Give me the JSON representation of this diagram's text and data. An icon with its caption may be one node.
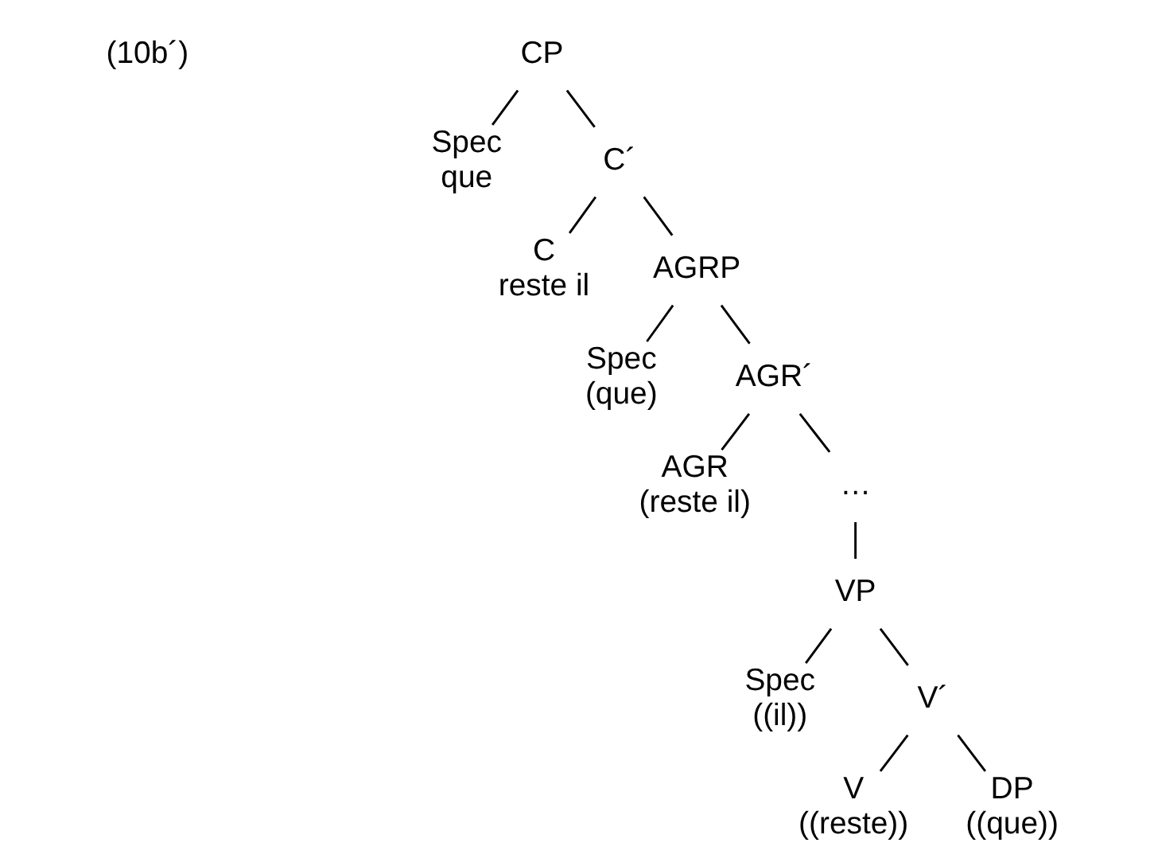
{
  "diagram": {
    "nodes": [
      {
        "text": [
          "CP"
        ]
      },
      {
        "text": [
          "Spec",
          "que"
        ]
      },
      {
        "text": [
          "C´"
        ]
      },
      {
        "text": [
          "C",
          "reste il"
        ]
      },
      {
        "text": [
          "AGRP"
        ]
      },
      {
        "text": [
          "Spec",
          "(que)"
        ]
      },
      {
        "text": [
          "AGR´"
        ]
      },
      {
        "text": [
          "AGR",
          "(reste il)"
        ]
      },
      {
        "text": [
          "…"
        ]
      },
      {
        "text": [
          "VP"
        ]
      },
      {
        "text": [
          "Spec",
          "((il))"
        ]
      },
      {
        "text": [
          "V´"
        ]
      },
      {
        "text": [
          "V",
          "((reste))"
        ]
      },
      {
        "text": [
          "DP",
          "((que))"
        ]
      }
    ],
    "edges": [
      {
        "from": 0,
        "to": 1,
        "arrow": "none"
      },
      {
        "from": 0,
        "to": 2,
        "arrow": "none"
      },
      {
        "from": 2,
        "to": 3,
        "arrow": "none"
      },
      {
        "from": 2,
        "to": 4,
        "arrow": "none"
      },
      {
        "from": 4,
        "to": 5,
        "arrow": "none"
      },
      {
        "from": 4,
        "to": 6,
        "arrow": "none"
      },
      {
        "from": 6,
        "to": 7,
        "arrow": "none"
      },
      {
        "from": 6,
        "to": 8,
        "arrow": "none"
      },
      {
        "from": 8,
        "to": 9,
        "arrow": "none"
      },
      {
        "from": 9,
        "to": 10,
        "arrow": "none"
      },
      {
        "from": 9,
        "to": 11,
        "arrow": "none"
      },
      {
        "from": 11,
        "to": 12,
        "arrow": "none"
      },
      {
        "from": 11,
        "to": 13,
        "arrow": "none"
      }
    ],
    "labels": [
      "(10b´)"
    ]
  }
}
